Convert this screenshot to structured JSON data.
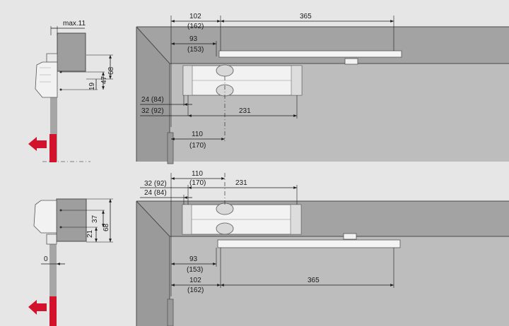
{
  "colors": {
    "background": "#e6e6e6",
    "door_leaf": "#a6a6a6",
    "wall_section": "#b9b9b9",
    "closer_body": "#f2f2f2",
    "direction_arrow": "#d3122b",
    "dimension_line": "#1a1a1a"
  },
  "top": {
    "side": {
      "max": "max.11",
      "v68": "68",
      "v47": "47",
      "v19": "19"
    },
    "plan": {
      "w102": "102",
      "w102b": "(162)",
      "w365": "365",
      "w93": "93",
      "w93b": "(153)",
      "w24": "24 (84)",
      "w32": "32 (92)",
      "w231": "231",
      "w110": "110",
      "w110b": "(170)"
    }
  },
  "bottom": {
    "side": {
      "v37": "37",
      "v21": "21",
      "v68": "68",
      "zero": "0"
    },
    "plan": {
      "w32": "32 (92)",
      "w24": "24 (84)",
      "w110": "110",
      "w110b": "(170)",
      "w231": "231",
      "w93": "93",
      "w93b": "(153)",
      "w102": "102",
      "w102b": "(162)",
      "w365": "365"
    }
  }
}
